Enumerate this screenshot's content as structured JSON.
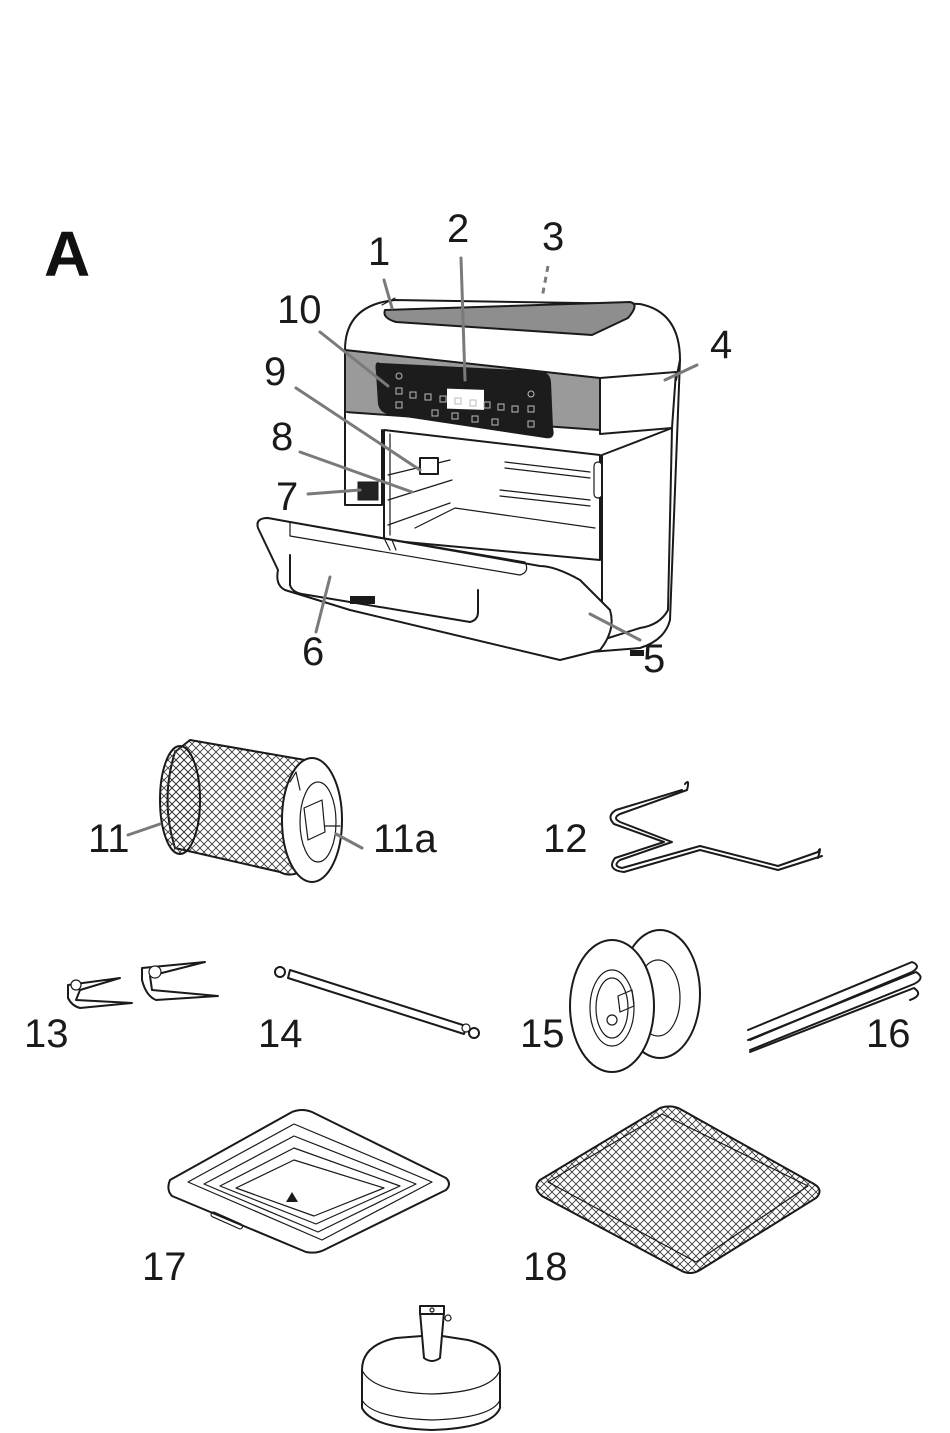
{
  "figure": {
    "section_label": "A",
    "subject": "Air fryer oven and accessories exploded parts diagram",
    "colors": {
      "line": "#1a1a1a",
      "leader": "#7a7a7a",
      "panel_gray": "#9a9a9a",
      "control_panel": "#1c1c1c",
      "background": "#ffffff"
    }
  },
  "callouts": {
    "c1": "1",
    "c2": "2",
    "c3": "3",
    "c4": "4",
    "c5": "5",
    "c6": "6",
    "c7": "7",
    "c8": "8",
    "c9": "9",
    "c10": "10",
    "c11": "11",
    "c11a": "11a",
    "c12": "12",
    "c13": "13",
    "c14": "14",
    "c15": "15",
    "c16": "16",
    "c17": "17",
    "c18": "18"
  },
  "parts": [
    {
      "id": "1",
      "icon": "lid-edge"
    },
    {
      "id": "2",
      "icon": "display-screen"
    },
    {
      "id": "3",
      "icon": "top-window"
    },
    {
      "id": "4",
      "icon": "housing"
    },
    {
      "id": "5",
      "icon": "door"
    },
    {
      "id": "6",
      "icon": "door-handle"
    },
    {
      "id": "7",
      "icon": "rotisserie-socket"
    },
    {
      "id": "8",
      "icon": "rack-rail"
    },
    {
      "id": "9",
      "icon": "rotisserie-holder"
    },
    {
      "id": "10",
      "icon": "control-button"
    },
    {
      "id": "11",
      "icon": "rotating-basket"
    },
    {
      "id": "11a",
      "icon": "basket-lid"
    },
    {
      "id": "12",
      "icon": "removal-tool"
    },
    {
      "id": "13",
      "icon": "rotisserie-forks"
    },
    {
      "id": "14",
      "icon": "rotisserie-spit"
    },
    {
      "id": "15",
      "icon": "rotisserie-wheels"
    },
    {
      "id": "16",
      "icon": "skewers"
    },
    {
      "id": "17",
      "icon": "drip-tray"
    },
    {
      "id": "18",
      "icon": "mesh-rack"
    },
    {
      "id": "",
      "icon": "stand-base"
    }
  ]
}
